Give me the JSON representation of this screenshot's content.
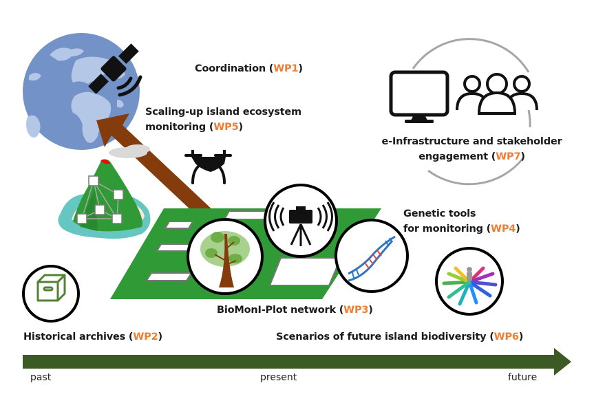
{
  "diagram": {
    "colors": {
      "wp_accent": "#ED7D31",
      "timeline": "#3B5A24",
      "plot_green": "#2F9A36",
      "arrow_brown": "#843C0C",
      "globe_ocean": "#7393C8",
      "globe_land": "#B4C7E7"
    },
    "labels": {
      "wp1": {
        "text": "Coordination (",
        "wp": "WP1",
        "close": ")"
      },
      "wp5": {
        "line1": "Scaling-up island ecosystem",
        "text": "monitoring (",
        "wp": "WP5",
        "close": ")"
      },
      "wp7": {
        "line1": "e-Infrastructure and stakeholder",
        "text": "engagement (",
        "wp": "WP7",
        "close": ")"
      },
      "wp4": {
        "line1": "Genetic tools",
        "text": "for monitoring (",
        "wp": "WP4",
        "close": ")"
      },
      "wp3": {
        "text": "BioMonI-Plot network (",
        "wp": "WP3",
        "close": ")"
      },
      "wp2": {
        "text": "Historical archives (",
        "wp": "WP2",
        "close": ")"
      },
      "wp6": {
        "text": "Scenarios of future island biodiversity (",
        "wp": "WP6",
        "close": ")"
      }
    },
    "timeline": {
      "start": "past",
      "middle": "present",
      "end": "future"
    },
    "icons": [
      "globe-icon",
      "satellite-icon",
      "drone-icon",
      "island-network-icon",
      "computer-monitor-icon",
      "people-group-icon",
      "tree-icon",
      "laser-scanner-icon",
      "dna-icon",
      "archive-box-icon",
      "scenario-arrows-icon"
    ]
  }
}
